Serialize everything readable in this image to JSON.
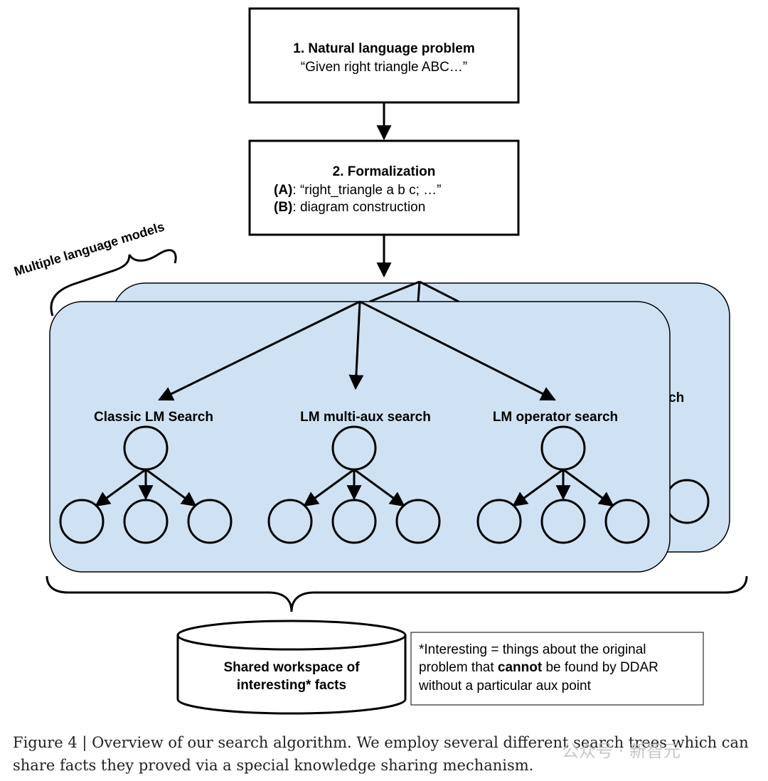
{
  "colors": {
    "panel_fill": "#cfe2f3",
    "stroke": "#000000",
    "background": "#ffffff"
  },
  "step1": {
    "title": "1. Natural language problem",
    "subtitle": "“Given right triangle ABC…”"
  },
  "step2": {
    "title": "2. Formalization",
    "line_a_label": "(A)",
    "line_a_text": ": “right_triangle a b c; …”",
    "line_b_label": "(B)",
    "line_b_text": ": diagram construction"
  },
  "models_label": "Multiple language models",
  "back_panel_partial_label": "ch",
  "searches": [
    {
      "label": "Classic LM Search"
    },
    {
      "label": "LM multi-aux search"
    },
    {
      "label": "LM operator search"
    }
  ],
  "workspace": {
    "line1": "Shared workspace of",
    "line2": "interesting* facts"
  },
  "note": {
    "line1": "*Interesting = things about the original",
    "line2_pre": "problem that ",
    "line2_bold": "cannot",
    "line2_post": " be found by DDAR",
    "line3": "without a particular aux point"
  },
  "caption": "Figure 4 | Overview of our search algorithm. We employ several different search trees which can share facts they proved via a special knowledge sharing mechanism.",
  "watermark": "公众号 · 新智元"
}
